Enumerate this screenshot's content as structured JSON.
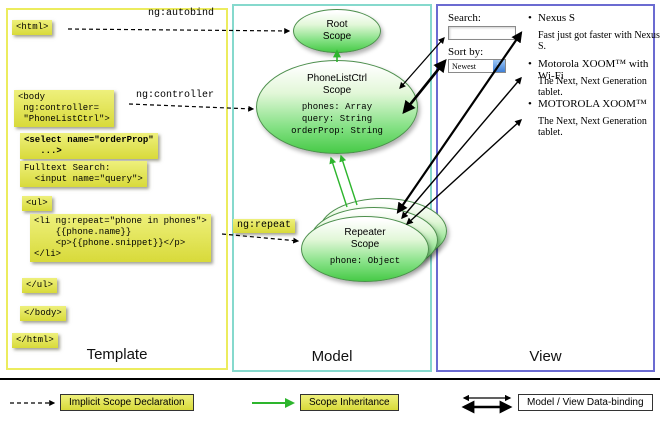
{
  "panels": {
    "template": {
      "label": "Template"
    },
    "model": {
      "label": "Model"
    },
    "view": {
      "label": "View"
    }
  },
  "template_code": {
    "html_open": "<html>",
    "body_open": "<body\n ng:controller=\n \"PhoneListCtrl\">",
    "select": "<select name=\"orderProp\"\n   ...>",
    "fulltext": "Fulltext Search:\n  <input name=\"query\">",
    "ul_open": "<ul>",
    "li_repeat": "<li ng:repeat=\"phone in phones\">\n    {{phone.name}}\n    <p>{{phone.snippet}}</p>\n</li>",
    "ul_close": "</ul>",
    "body_close": "</body>",
    "html_close": "</html>"
  },
  "arrow_labels": {
    "autobind": "ng:autobind",
    "controller": "ng:controller",
    "repeat": "ng:repeat"
  },
  "model": {
    "root_scope": {
      "title": "Root\nScope"
    },
    "phonelist_scope": {
      "title": "PhoneListCtrl\nScope",
      "props": [
        "phones: Array",
        "query: String",
        "orderProp: String"
      ]
    },
    "repeater_scope": {
      "title": "Repeater\nScope",
      "prop": "phone: Object"
    }
  },
  "view": {
    "search_label": "Search:",
    "sort_label": "Sort by:",
    "sort_value": "Newest",
    "sort_arrow": "▼",
    "bullet": "•",
    "items": [
      {
        "title": "Nexus S",
        "desc": "Fast just got faster with Nexus S."
      },
      {
        "title": "Motorola XOOM™ with Wi-Fi",
        "desc": "The Next, Next Generation tablet."
      },
      {
        "title": "MOTOROLA XOOM™",
        "desc": "The Next, Next Generation tablet."
      }
    ]
  },
  "legend": {
    "implicit": "Implicit Scope Declaration",
    "inheritance": "Scope Inheritance",
    "binding": "Model / View Data-binding"
  }
}
